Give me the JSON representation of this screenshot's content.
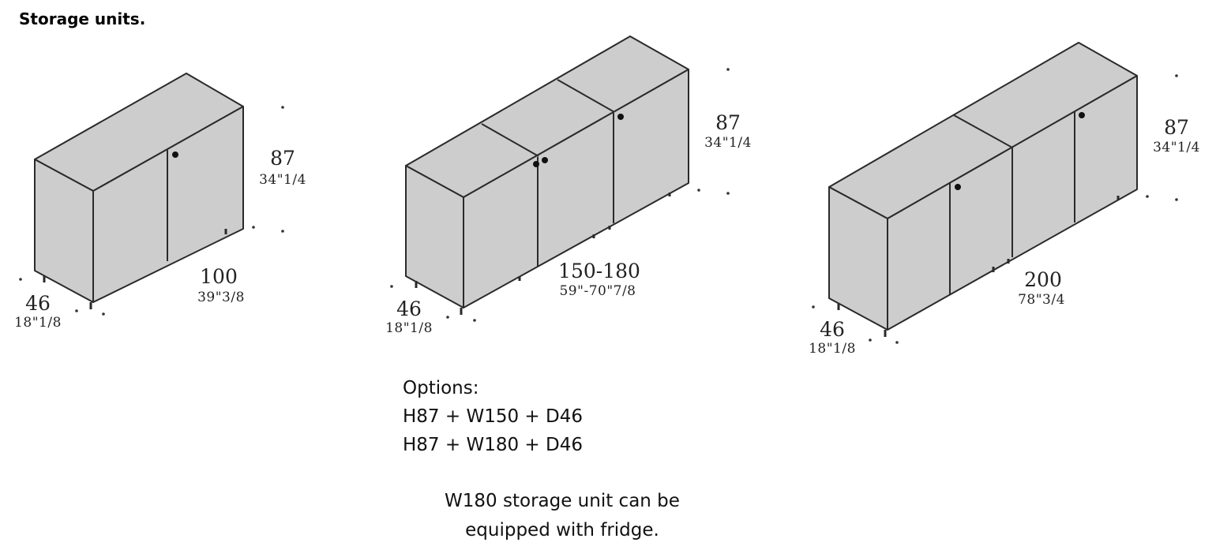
{
  "title": "Storage units.",
  "units": [
    {
      "height": "87",
      "height_in": "34\"1/4",
      "width": "100",
      "width_in": "39\"3/8",
      "depth": "46",
      "depth_in": "18\"1/8"
    },
    {
      "height": "87",
      "height_in": "34\"1/4",
      "width": "150-180",
      "width_in": "59\"-70\"7/8",
      "depth": "46",
      "depth_in": "18\"1/8"
    },
    {
      "height": "87",
      "height_in": "34\"1/4",
      "width": "200",
      "width_in": "78\"3/4",
      "depth": "46",
      "depth_in": "18\"1/8"
    }
  ],
  "options": {
    "heading": "Options:",
    "lines": [
      "H87 + W150 + D46",
      "H87 + W180 + D46"
    ]
  },
  "note": {
    "line1": "W180 storage unit can be",
    "line2": "equipped with fridge."
  },
  "colors": {
    "body_fill": "#cdcdcd",
    "edge": "#2a2a2a"
  }
}
